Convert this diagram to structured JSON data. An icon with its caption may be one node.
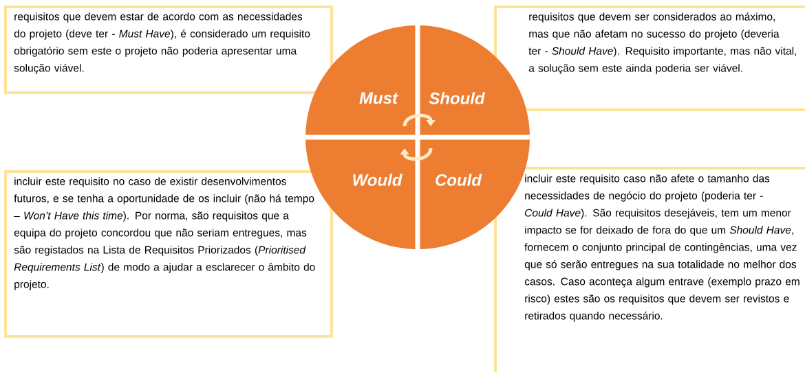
{
  "diagram": {
    "nodes": [
      {
        "text": [
          "requisitos que devem estar de acordo com as necessidades do projeto (deve ter - *Must Have*), é considerado um requisito obrigatório sem este o projeto não poderia apresentar uma solução viável."
        ]
      },
      {
        "text": [
          "requisitos que devem ser considerados ao máximo, mas que não afetam no sucesso do projeto (deveria ter - *Should Have*). Requisito importante, mas não vital, a solução sem este ainda poderia ser viável."
        ]
      },
      {
        "text": [
          "Must"
        ]
      },
      {
        "text": [
          "Should"
        ]
      },
      {
        "text": [
          "Would"
        ]
      },
      {
        "text": [
          "Could"
        ]
      },
      {
        "text": [
          "incluir este requisito no caso de existir desenvolvimentos futuros, e se tenha a oportunidade de os incluir (não há tempo – *Won’t Have this time*). Por norma, são requisitos que a equipa do projeto concordou que não seriam entregues, mas são registados na Lista de Requisitos Priorizados (*Prioritised Requirements List*) de modo a ajudar a esclarecer o âmbito do projeto."
        ]
      },
      {
        "text": [
          "incluir este requisito caso não afete o tamanho das necessidades de negócio do projeto (poderia ter - *Could Have*). São requisitos desejáveis, tem um menor impacto se for deixado de fora do que um *Should Have*, fornecem o conjunto principal de contingências, uma vez que só serão entregues na sua totalidade no melhor dos casos. Caso aconteça algum entrave (exemplo prazo em risco) estes são os requisitos que devem ser revistos e retirados quando necessário."
        ]
      }
    ],
    "edges": [
      {
        "from": 2,
        "to": 3,
        "arrow": "to"
      },
      {
        "from": 5,
        "to": 4,
        "arrow": "to"
      }
    ]
  }
}
